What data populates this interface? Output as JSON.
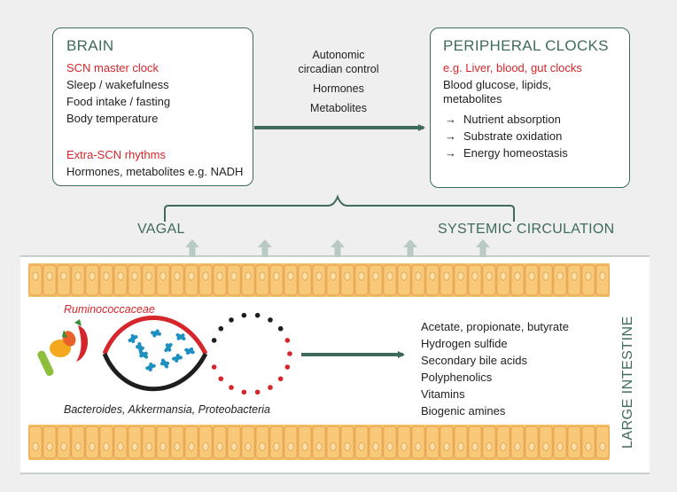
{
  "brain": {
    "title": "BRAIN",
    "scn": "SCN master clock",
    "items": [
      "Sleep / wakefulness",
      "Food intake / fasting",
      "Body temperature"
    ],
    "extra_scn": "Extra-SCN rhythms",
    "extra_desc": "Hormones, metabolites e.g. NADH"
  },
  "center": {
    "autonomic_1": "Autonomic",
    "autonomic_2": "circadian control",
    "hormones": "Hormones",
    "metabolites": "Metabolites"
  },
  "peripheral": {
    "title": "PERIPHERAL CLOCKS",
    "eg": "e.g. Liver, blood, gut clocks",
    "desc_1": "Blood glucose, lipids,",
    "desc_2": "metabolites",
    "effects": [
      "Nutrient absorption",
      "Substrate oxidation",
      "Energy homeostasis"
    ],
    "arrow_glyph": "→"
  },
  "routes": {
    "vagal": "VAGAL",
    "systemic": "SYSTEMIC CIRCULATION"
  },
  "intestine": {
    "label": "LARGE INTESTINE",
    "taxa_top": "Ruminococcaceae",
    "taxa_bottom": "Bacteroides, Akkermansia, Proteobacteria",
    "metabolites": [
      "Acetate, propionate, butyrate",
      "Hydrogen sulfide",
      "Secondary bile acids",
      "Polyphenolics",
      "Vitamins",
      "Biogenic amines"
    ]
  },
  "colors": {
    "green": "#3f6b5c",
    "red": "#d6262b",
    "blue": "#1d8fc0",
    "arrow_gray": "#b9cac5",
    "cell_fill": "#f7c06a",
    "cell_dark": "#e2a04a"
  }
}
